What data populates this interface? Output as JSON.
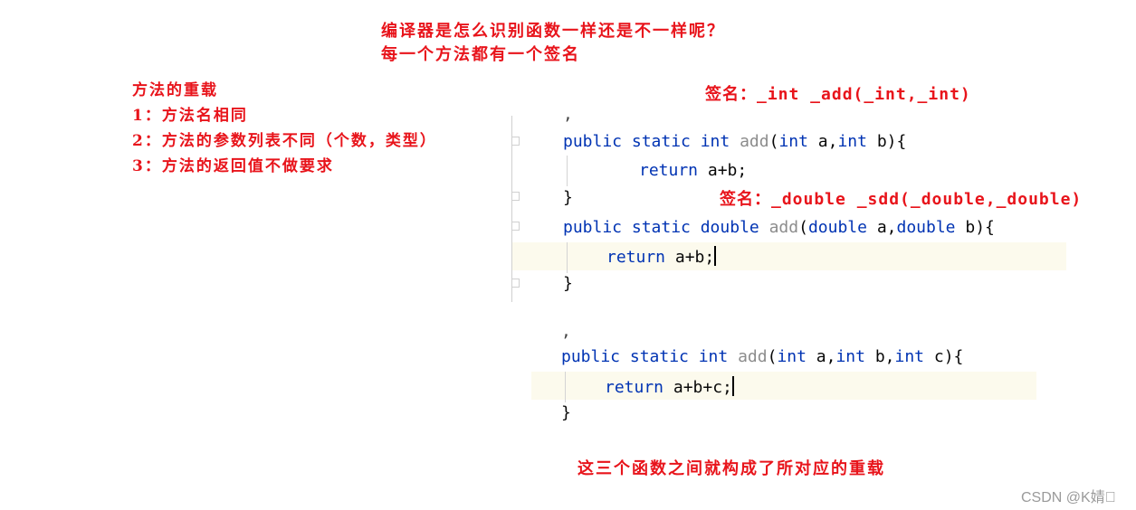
{
  "header": {
    "question": "编译器是怎么识别函数一样还是不一样呢？",
    "answer": "每一个方法都有一个签名"
  },
  "overload_rules": {
    "title": "方法的重载",
    "items": [
      "1：方法名相同",
      "2：方法的参数列表不同（个数，类型）",
      "3：方法的返回值不做要求"
    ]
  },
  "signatures": {
    "first": "签名：_int  _add(_int,_int)",
    "second": "签名：_double _sdd(_double,_double)"
  },
  "code": {
    "block1": {
      "sig_kw": "public static ",
      "ret_type": "int",
      "name": "add",
      "params_open": "(",
      "p1_type": "int",
      "p1_name": " a,",
      "p2_type": "int",
      "p2_name": " b){",
      "ret_kw": "return",
      "ret_expr": " a+b;",
      "close": "}"
    },
    "block2": {
      "sig_kw": "public static ",
      "ret_type": "double",
      "name": "add",
      "params_open": "(",
      "p1_type": "double",
      "p1_name": " a,",
      "p2_type": "double",
      "p2_name": " b){",
      "ret_kw": "return",
      "ret_expr": " a+b;",
      "close": "}"
    },
    "block3": {
      "sig_kw": "public static ",
      "ret_type": "int",
      "name": "add",
      "params_open": "(",
      "p1_type": "int",
      "p1_name": " a,",
      "p2_type": "int",
      "p2_name": " b,",
      "p3_type": "int",
      "p3_name": " c){",
      "ret_kw": "return",
      "ret_expr": " a+b+c;",
      "close": "}"
    }
  },
  "conclusion": "这三个函数之间就构成了所对应的重载",
  "watermark": "CSDN @K婧\u0000",
  "colors": {
    "annotation_red": "#e8141b",
    "keyword_blue": "#0033b3",
    "method_gray": "#8c8c8c",
    "current_line_bg": "#fcfaed"
  }
}
